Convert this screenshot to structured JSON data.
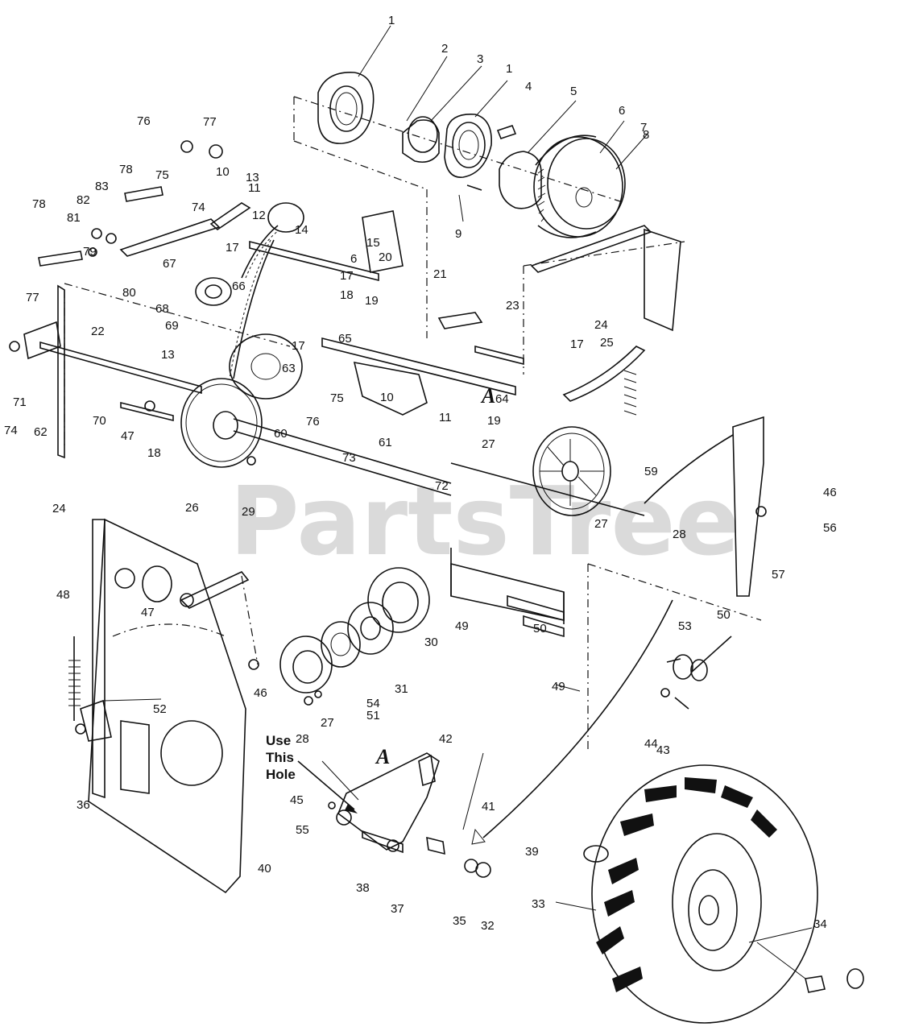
{
  "watermark": "PartsTree",
  "callout": {
    "line1": "Use",
    "line2": "This",
    "line3": "Hole"
  },
  "section_letter": "A",
  "labels": [
    "1",
    "2",
    "3",
    "1",
    "4",
    "5",
    "6",
    "7",
    "8",
    "9",
    "76",
    "77",
    "75",
    "10",
    "13",
    "78",
    "11",
    "74",
    "12",
    "82",
    "83",
    "14",
    "78",
    "81",
    "15",
    "6",
    "20",
    "79",
    "67",
    "17",
    "21",
    "80",
    "66",
    "18",
    "19",
    "68",
    "17",
    "69",
    "65",
    "77",
    "22",
    "17",
    "13",
    "23",
    "24",
    "25",
    "17",
    "64",
    "63",
    "75",
    "10",
    "71",
    "70",
    "60",
    "76",
    "11",
    "74",
    "47",
    "62",
    "18",
    "19",
    "73",
    "61",
    "26",
    "27",
    "59",
    "46",
    "72",
    "24",
    "29",
    "27",
    "28",
    "56",
    "57",
    "48",
    "47",
    "49",
    "50",
    "30",
    "31",
    "53",
    "50",
    "46",
    "54",
    "49",
    "52",
    "51",
    "28",
    "27",
    "44",
    "43",
    "42",
    "45",
    "55",
    "41",
    "36",
    "40",
    "39",
    "38",
    "37",
    "35",
    "32",
    "33",
    "34"
  ]
}
